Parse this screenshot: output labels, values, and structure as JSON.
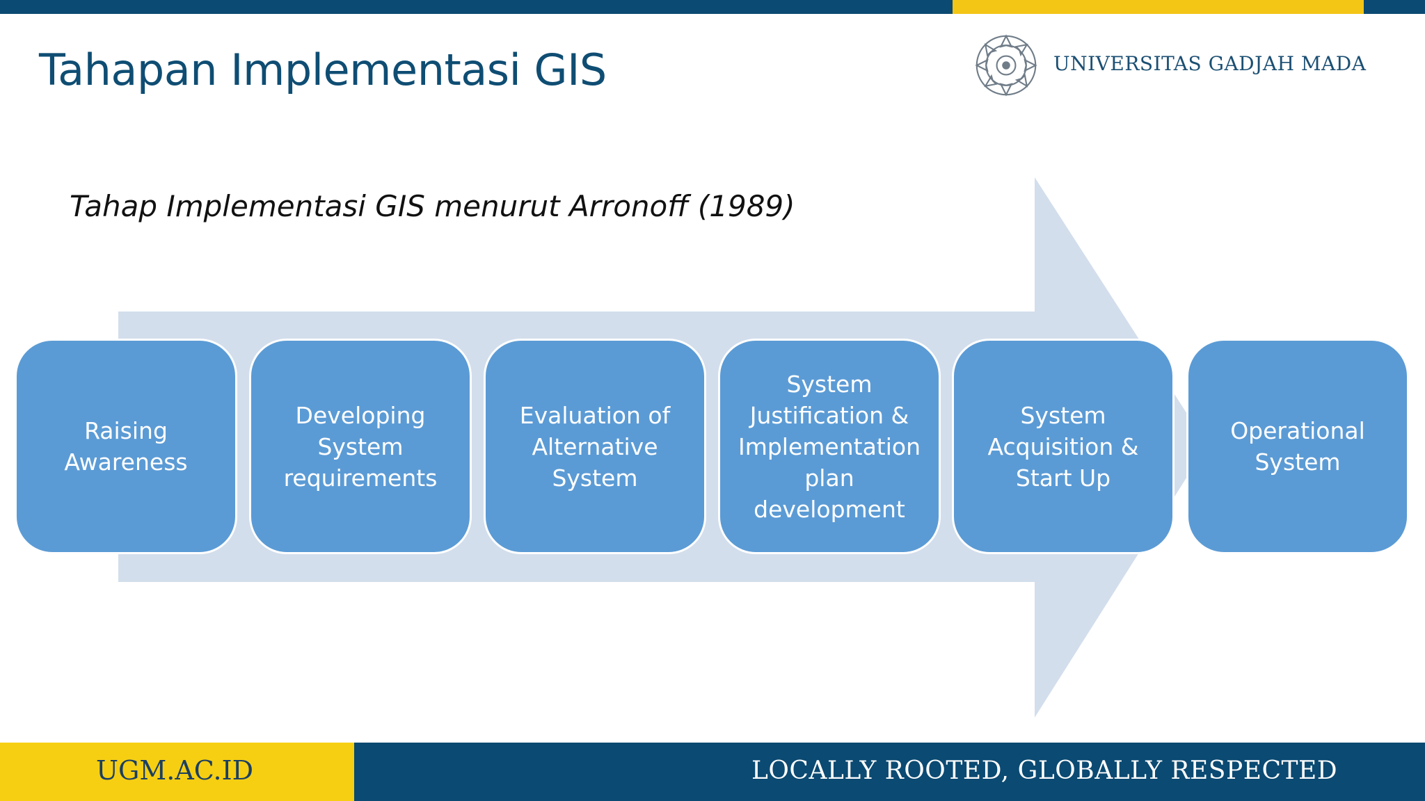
{
  "slide": {
    "title": "Tahapan Implementasi GIS",
    "subtitle": "Tahap Implementasi GIS menurut Arronoff (1989)"
  },
  "header": {
    "university": "UNIVERSITAS GADJAH MADA",
    "logo_icon": "ugm-seal-icon"
  },
  "steps": [
    {
      "label": "Raising\nAwareness"
    },
    {
      "label": "Developing\nSystem\nrequirements"
    },
    {
      "label": "Evaluation of\nAlternative\nSystem"
    },
    {
      "label": "System\nJustification &\nImplementation\nplan\ndevelopment"
    },
    {
      "label": "System\nAcquisition &\nStart Up"
    },
    {
      "label": "Operational\nSystem"
    }
  ],
  "footer": {
    "website": "UGM.AC.ID",
    "tagline": "LOCALLY ROOTED, GLOBALLY RESPECTED"
  },
  "colors": {
    "brand_blue": "#0b4a72",
    "brand_gold": "#f3c515",
    "step_fill": "#5b9bd5",
    "arrow_fill": "#d3deec"
  }
}
